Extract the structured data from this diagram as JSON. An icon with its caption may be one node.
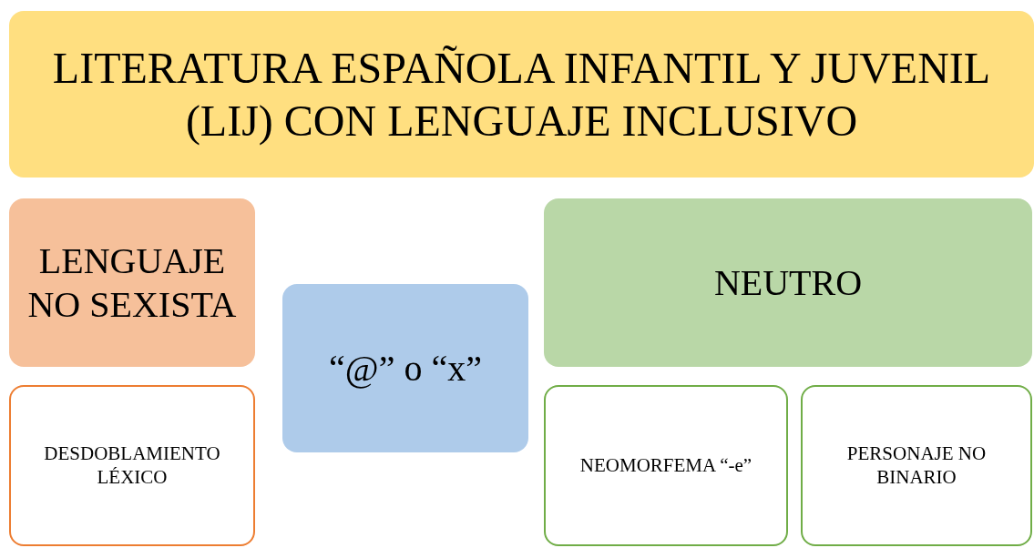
{
  "diagram": {
    "nodes": [
      {
        "text": [
          "LITERATURA ESPAÑOLA INFANTIL Y JUVENIL (LIJ) CON LENGUAJE INCLUSIVO"
        ]
      },
      {
        "text": [
          "LENGUAJE NO SEXISTA"
        ]
      },
      {
        "text": [
          "“@” o “x”"
        ]
      },
      {
        "text": [
          "NEUTRO"
        ]
      },
      {
        "text": [
          "DESDOBLAMIENTO LÉXICO"
        ]
      },
      {
        "text": [
          "NEOMORFEMA “-e”"
        ]
      },
      {
        "text": [
          "PERSONAJE NO BINARIO"
        ]
      }
    ]
  }
}
